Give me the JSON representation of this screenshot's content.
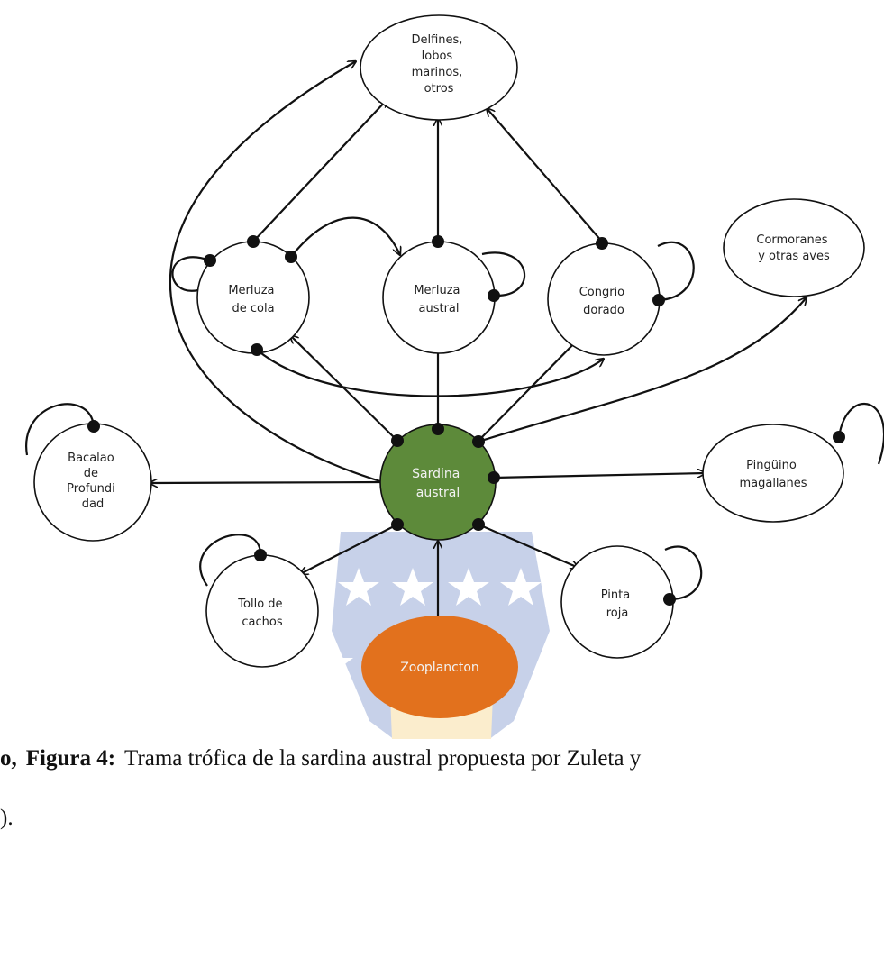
{
  "colors": {
    "sardina": "#5d8a3a",
    "zooplancton": "#e2711d",
    "watermark_blue": "#3a5db3",
    "watermark_gold": "#f2c14e"
  },
  "nodes": {
    "delfines": {
      "lines": [
        "Delfines,",
        "lobos",
        "marinos,",
        "otros"
      ]
    },
    "merluza_cola": {
      "lines": [
        "Merluza",
        "de cola"
      ]
    },
    "merluza_austral": {
      "lines": [
        "Merluza",
        "austral"
      ]
    },
    "congrio": {
      "lines": [
        "Congrio",
        "dorado"
      ]
    },
    "cormoranes": {
      "lines": [
        "Cormoranes",
        "y otras aves"
      ]
    },
    "bacalao": {
      "lines": [
        "Bacalao",
        "de",
        "Profundi",
        "dad"
      ]
    },
    "sardina": {
      "lines": [
        "Sardina",
        "austral"
      ]
    },
    "pinguino": {
      "lines": [
        "Pingüino",
        "magallanes"
      ]
    },
    "tollo": {
      "lines": [
        "Tollo de",
        "cachos"
      ]
    },
    "pinta": {
      "lines": [
        "Pinta",
        "roja"
      ]
    },
    "zooplancton": {
      "lines": [
        "Zooplancton"
      ]
    }
  },
  "caption": {
    "prefix": "o,",
    "figure_label": "Figura 4:",
    "text": "Trama trófica de la sardina austral propuesta por Zuleta y",
    "line2": ")."
  }
}
